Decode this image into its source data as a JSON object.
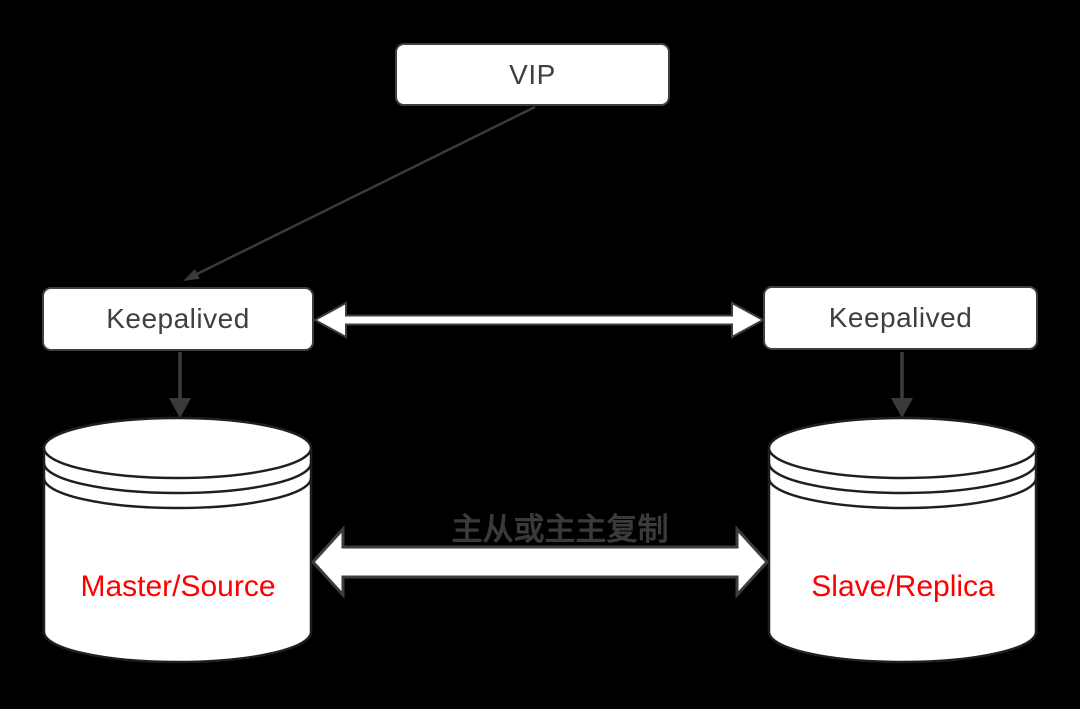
{
  "colors": {
    "background": "#000000",
    "node_fill": "#ffffff",
    "node_border": "#3f3f3f",
    "node_text": "#3f3f3f",
    "connector": "#3a3a3a",
    "double_arrow_fill": "#ffffff",
    "double_arrow_outline": "#3d3d3d",
    "cylinder_fill": "#ffffff",
    "cylinder_outline": "#1f1f1f",
    "db_label_color": "#ff0000",
    "replication_label_color": "#3a3a3a"
  },
  "nodes": {
    "vip": {
      "label": "VIP"
    },
    "keepalived_left": {
      "label": "Keepalived"
    },
    "keepalived_right": {
      "label": "Keepalived"
    },
    "master_db": {
      "label": "Master/Source"
    },
    "slave_db": {
      "label": "Slave/Replica"
    }
  },
  "labels": {
    "replication": "主从或主主复制"
  }
}
